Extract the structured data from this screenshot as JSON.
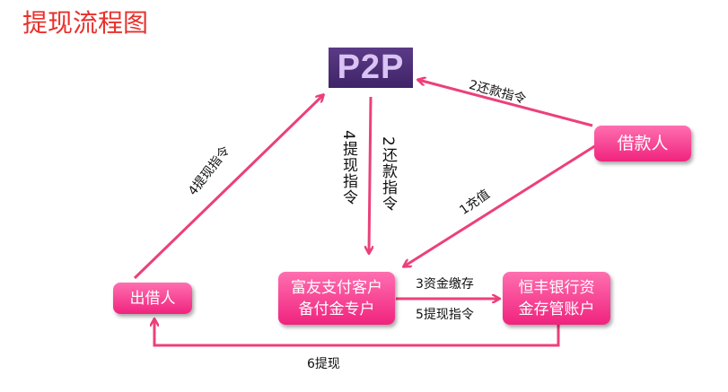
{
  "title": "提现流程图",
  "nodes": {
    "p2p": "P2P",
    "borrower": "借款人",
    "lender": "出借人",
    "fuyou_line1": "富友支付客户",
    "fuyou_line2": "备付金专户",
    "hengfeng_line1": "恒丰银行资",
    "hengfeng_line2": "金存管账户"
  },
  "edges": {
    "borrower_to_p2p": "2还款指令",
    "borrower_to_fuyou": "1充值",
    "p2p_to_fuyou_withdraw": "4提现指令",
    "p2p_to_fuyou_repay": "2还款指令",
    "lender_to_p2p": "4提现指令",
    "fuyou_to_hengfeng_deposit": "3资金缴存",
    "fuyou_to_hengfeng_withdraw": "5提现指令",
    "hengfeng_to_lender": "6提现"
  },
  "colors": {
    "arrow": "#ec407a",
    "node": "#f0237e",
    "title": "#e8302c",
    "p2p": "#4a2c74"
  }
}
